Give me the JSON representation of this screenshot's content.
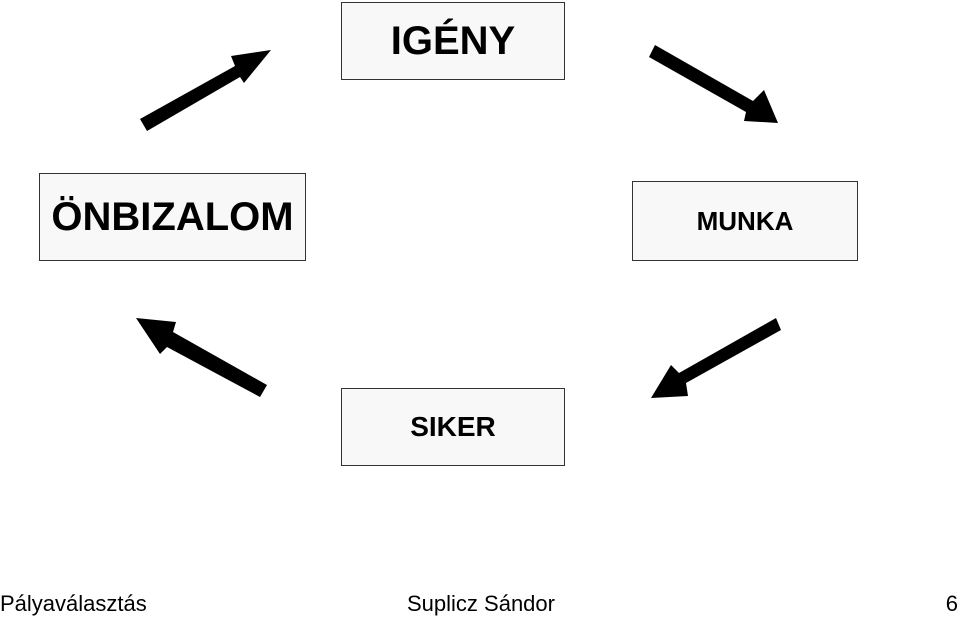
{
  "diagram": {
    "boxes": {
      "igeny": "IGÉNY",
      "munka": "MUNKA",
      "siker": "SIKER",
      "onbizalom": "ÖNBIZALOM"
    },
    "flow": [
      "IGÉNY",
      "MUNKA",
      "SIKER",
      "ÖNBIZALOM"
    ],
    "arrow_color": "#000000"
  },
  "footer": {
    "left": "Pályaválasztás",
    "center": "Suplicz Sándor",
    "right": "6"
  }
}
